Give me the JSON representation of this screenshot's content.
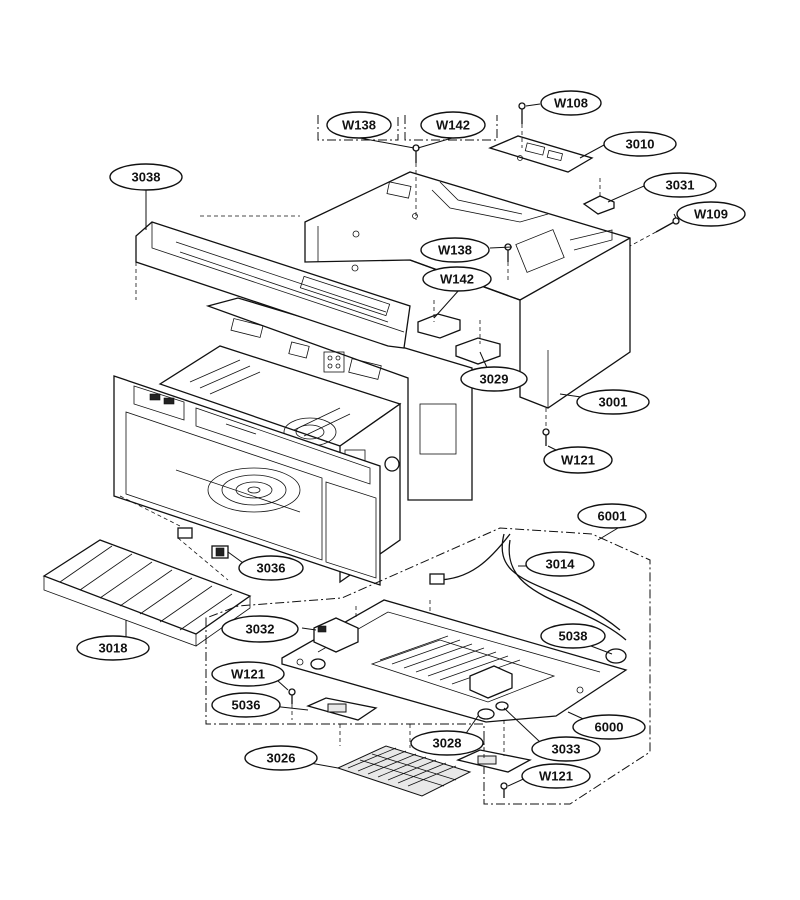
{
  "labels": {
    "W108": "W108",
    "W138_top": "W138",
    "W142_top": "W142",
    "3010": "3010",
    "3038": "3038",
    "3031": "3031",
    "W109": "W109",
    "W138_mid": "W138",
    "W142_mid": "W142",
    "3029": "3029",
    "3001": "3001",
    "W121_mid": "W121",
    "6001": "6001",
    "3014": "3014",
    "3036": "3036",
    "3032": "3032",
    "5038": "5038",
    "3018": "3018",
    "W121_left": "W121",
    "5036": "5036",
    "6000": "6000",
    "3028": "3028",
    "3033": "3033",
    "3026": "3026",
    "W121_bottom": "W121"
  }
}
